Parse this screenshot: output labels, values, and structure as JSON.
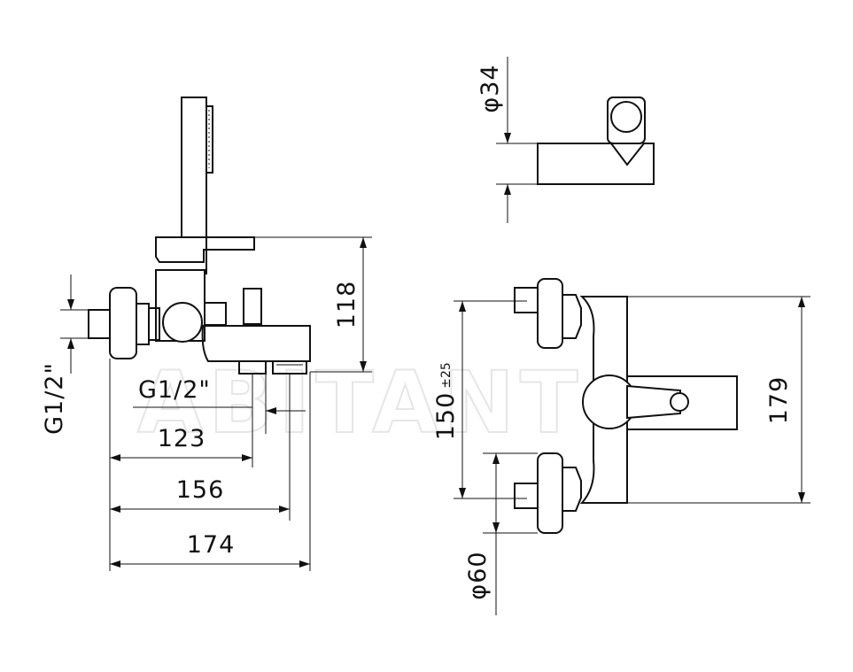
{
  "watermark": "ABITANT",
  "dimensions": {
    "side_height": "118",
    "thread_left": "G1/2\"",
    "thread_bottom": "G1/2\"",
    "depth_123": "123",
    "depth_156": "156",
    "depth_174": "174",
    "holder_diameter": "φ34",
    "centers": "150",
    "centers_tolerance": "±25",
    "front_height": "179",
    "flange_diameter": "φ60"
  }
}
